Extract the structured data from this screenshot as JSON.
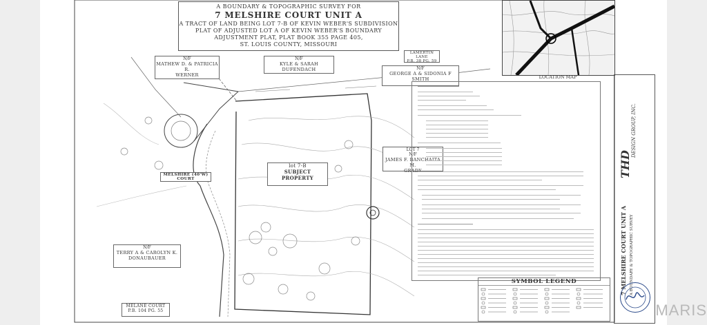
{
  "title": {
    "line1": "A BOUNDARY & TOPOGRAPHIC SURVEY FOR",
    "line2": "7 MELSHIRE COURT UNIT A",
    "line3": "A TRACT OF LAND BEING LOT 7-B OF KEVIN WEBER'S SUBDIVISION",
    "line4": "PLAT OF ADJUSTED LOT A OF KEVIN WEBER'S BOUNDARY",
    "line5": "ADJUSTMENT PLAT, PLAT BOOK 355 PAGE 405,",
    "line6": "ST. LOUIS COUNTY, MISSOURI"
  },
  "owners": {
    "werner": {
      "nf": "N/F",
      "name1": "MATHEW D. & PATRICIA R.",
      "name2": "WERNER"
    },
    "dufendach": {
      "nf": "N/F",
      "name1": "KYLE & SARAH DUFENDACH"
    },
    "smith": {
      "nf": "N/F",
      "name1": "GEORGE A & SIDONIA F SMITH"
    },
    "grady": {
      "nf": "LOT 7",
      "name0": "N/F",
      "name1": "JAMES F. BANCHAITA M.",
      "name2": "GRADY"
    },
    "donaubauer": {
      "nf": "N/F",
      "name1": "TERRY A & CAROLYN K.",
      "name2": "DONAUBAUER"
    }
  },
  "labels": {
    "lamertin": "LAMERTIN LANE",
    "lamertin_pb": "P.B. 38 PG. 59",
    "subject_lot": "lot 7-B",
    "subject_name": "SUBJECT PROPERTY",
    "melshire": "MELSHIRE (40'W) COURT",
    "melane": "MELANE COURT",
    "melane_pb": "P.B. 104 PG. 55",
    "location_map": "LOCATION MAP"
  },
  "title_block": {
    "company": "THD",
    "company2": "DESIGN GROUP, INC.",
    "project1": "7 MELSHIRE COURT UNIT A",
    "project2": "A BOUNDARY & TOPOGRAPHIC SURVEY"
  },
  "legend": {
    "title": "SYMBOL LEGEND"
  },
  "watermark": "MARIS"
}
